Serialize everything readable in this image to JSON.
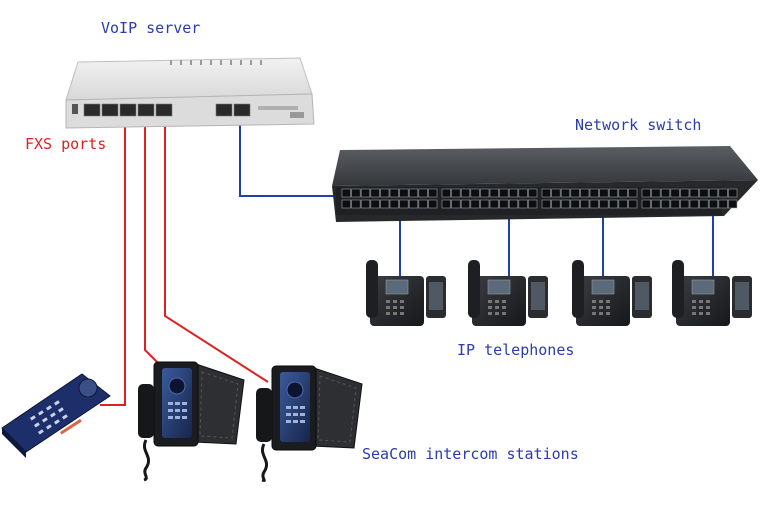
{
  "labels": {
    "voip_server": "VoIP server",
    "fxs_ports": "FXS ports",
    "network_switch": "Network switch",
    "ip_telephones": "IP telephones",
    "intercom_stations": "SeaCom intercom stations"
  },
  "colors": {
    "label_blue": "#2b3bb0",
    "label_red": "#e02020",
    "analog_line": "#e02020",
    "ethernet_line": "#2040b0"
  },
  "devices": {
    "voip_server": {
      "icon": "voip-server-icon"
    },
    "network_switch": {
      "icon": "network-switch-icon"
    },
    "ip_telephones": {
      "count": 4,
      "icon": "ip-phone-icon"
    },
    "intercom_stations": {
      "count": 3,
      "icons": [
        "wall-panel-intercom-icon",
        "marine-intercom-icon",
        "marine-intercom-icon"
      ]
    }
  }
}
